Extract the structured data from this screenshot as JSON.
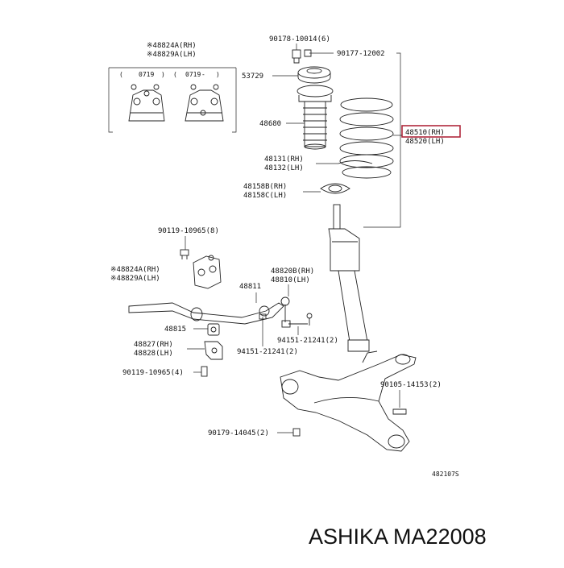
{
  "labels": {
    "l1": "※48824A(RH)",
    "l2": "※48829A(LH)",
    "inset_a": "(",
    "inset_b": "0719",
    "inset_c": ")",
    "inset_d": "(",
    "inset_e": "0719",
    "inset_f": "-",
    "inset_g": ")",
    "p90178": "90178-10014(6)",
    "p90177": "90177-12002",
    "p53729": "53729",
    "p48680": "48680",
    "p48510": "48510(RH)",
    "p48520": "48520(LH)",
    "p48131": "48131(RH)",
    "p48132": "48132(LH)",
    "p48158b": "48158B(RH)",
    "p48158c": "48158C(LH)",
    "p90119a": "90119-10965(8)",
    "p48824a2": "※48824A(RH)",
    "p48829a2": "※48829A(LH)",
    "p48820b": "48820B(RH)",
    "p48810": "48810(LH)",
    "p48811": "48811",
    "p48815": "48815",
    "p48827": "48827(RH)",
    "p48828": "48828(LH)",
    "p94151a": "94151-21241(2)",
    "p94151b": "94151-21241(2)",
    "p90119b": "90119-10965(4)",
    "p90105": "90105-14153(2)",
    "p90179": "90179-14045(2)",
    "figno": "482107S"
  },
  "caption": "ASHIKA MA22008",
  "colors": {
    "highlight": "#b0283c",
    "ink": "#222222"
  }
}
